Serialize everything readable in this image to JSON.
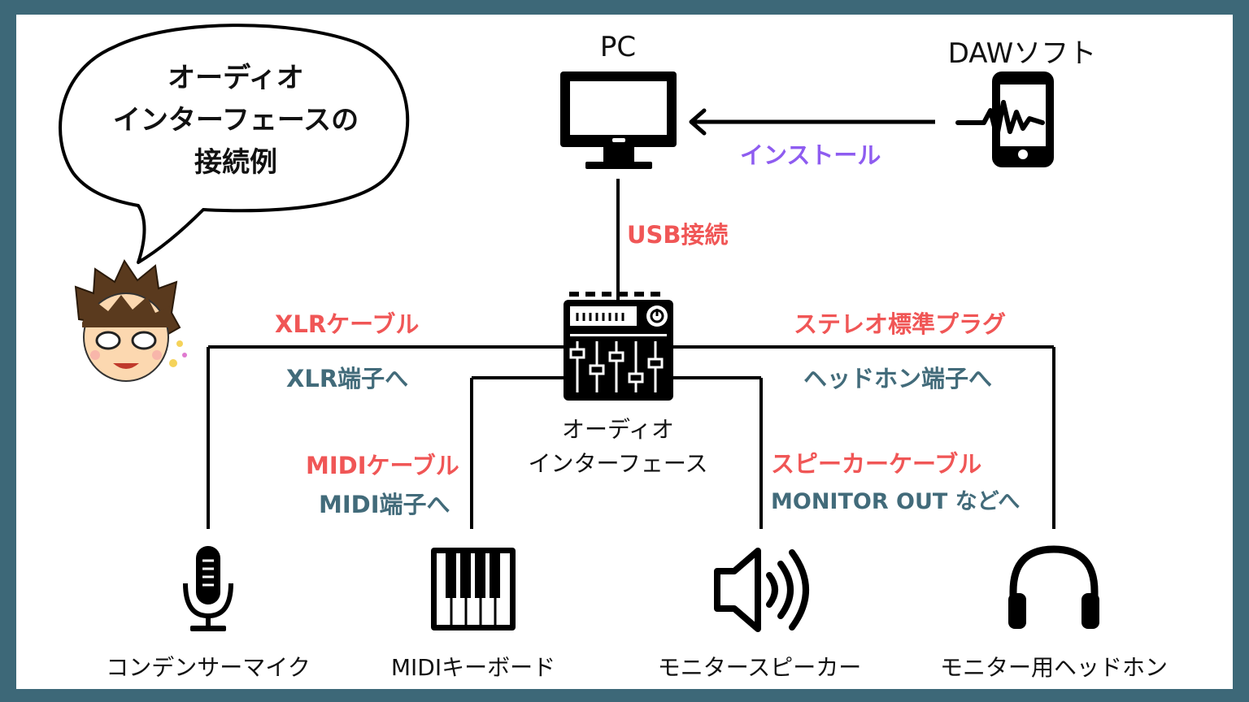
{
  "bubble": {
    "line1": "オーディオ",
    "line2": "インターフェースの",
    "line3": "接続例"
  },
  "top": {
    "pc_label": "PC",
    "daw_label": "DAWソフト",
    "install_label": "インストール",
    "usb_label": "USB接続"
  },
  "interface": {
    "line1": "オーディオ",
    "line2": "インターフェース"
  },
  "cables": {
    "xlr_cable": "XLRケーブル",
    "xlr_port": "XLR端子へ",
    "midi_cable": "MIDIケーブル",
    "midi_port": "MIDI端子へ",
    "speaker_cable": "スピーカーケーブル",
    "speaker_port": "MONITOR OUT などへ",
    "stereo_plug": "ステレオ標準プラグ",
    "headphone_port": "ヘッドホン端子へ"
  },
  "devices": {
    "mic": "コンデンサーマイク",
    "keyboard": "MIDIキーボード",
    "speaker": "モニタースピーカー",
    "headphones": "モニター用ヘッドホン"
  },
  "colors": {
    "frame": "#3d6878",
    "cable_label": "#f05656",
    "port_label": "#426b7a",
    "install_label": "#8e5cf0"
  },
  "icons": [
    "speech-bubble",
    "character-face",
    "monitor-icon",
    "smartphone-icon",
    "mixer-icon",
    "microphone-icon",
    "keyboard-icon",
    "speaker-icon",
    "headphones-icon"
  ]
}
